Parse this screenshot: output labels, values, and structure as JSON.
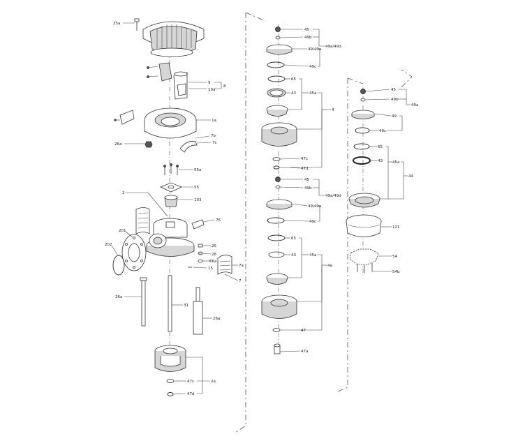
{
  "labels": {
    "l_25a": "25a",
    "l_9": "9",
    "l_10a": "10a",
    "l_8": "8",
    "l_1a": "1a",
    "l_7b": "7b",
    "l_7c": "7c",
    "l_26a_top": "26a",
    "l_55a": "55a",
    "l_55": "55",
    "l_103": "103",
    "l_2": "2",
    "l_76": "76",
    "l_201": "201",
    "l_202": "202",
    "l_25": "25",
    "l_26": "26",
    "l_66a": "66a",
    "l_15": "15",
    "l_7a": "7a",
    "l_7": "7",
    "l_26a_left": "26a",
    "l_31": "31",
    "l_26b": "26a",
    "l_47c_b": "47c",
    "l_2a": "2a",
    "l_47d_b": "47d",
    "m_45_1": "45",
    "m_49b_1": "49b",
    "m_49a49d_1": "49a/49d",
    "m_49_49a_1": "49/49a",
    "m_49c_1": "49c",
    "m_65_1": "65",
    "m_43_1": "43",
    "m_45a_1": "45a",
    "m_4": "4",
    "m_47c_1": "47c",
    "m_47d_1": "47d",
    "m_45_2": "45",
    "m_49b_2": "49b",
    "m_49a49d_2": "49a/49d",
    "m_49_49a_2": "49/49a",
    "m_49c_2": "49c",
    "m_65_2": "65",
    "m_43_2": "43",
    "m_45a_2": "45a",
    "m_4a": "4a",
    "m_47": "47",
    "m_47a": "47a",
    "r_45": "45",
    "r_49b": "49b",
    "r_49a": "49a",
    "r_49": "49",
    "r_49c": "49c",
    "r_65": "65",
    "r_43": "43",
    "r_45a": "45a",
    "r_44": "44",
    "r_121": "121",
    "r_54": "54",
    "r_54b": "54b"
  }
}
